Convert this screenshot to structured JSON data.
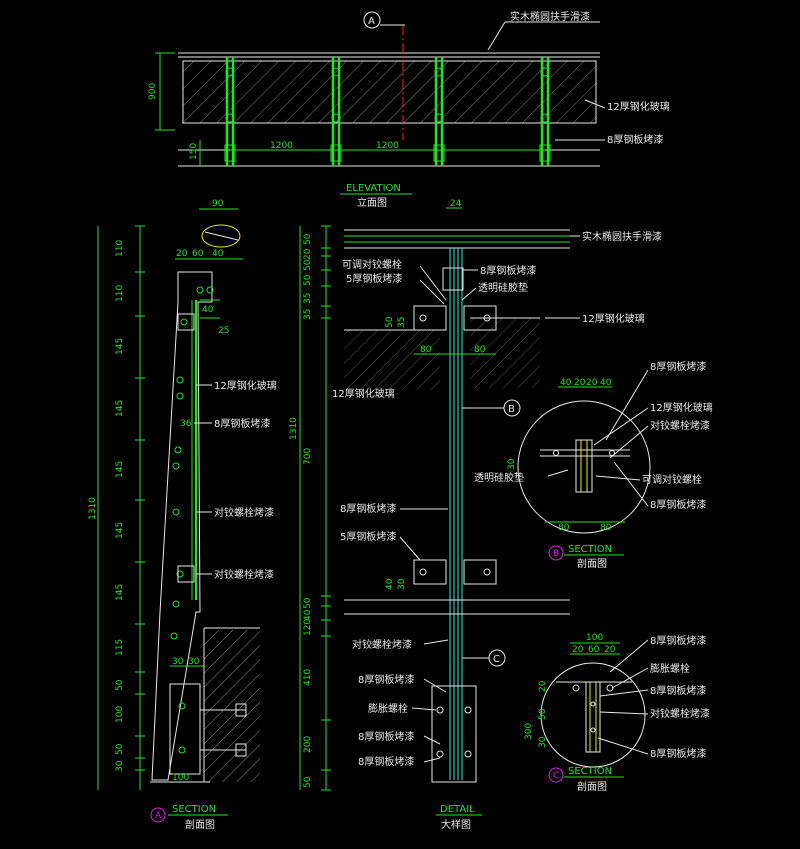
{
  "colors": {
    "background": "#000000",
    "green": "#1ee61e",
    "white": "#e8e8e8",
    "cyan": "#2ee8e0",
    "red": "#ff2020",
    "yellow": "#e8e820",
    "magenta": "#e020e0"
  },
  "elevation": {
    "title": "ELEVATION",
    "subtitle": "立面图",
    "labels": {
      "handrail": "实木椭圆扶手滑漆",
      "glass": "12厚钢化玻璃",
      "steel_plate": "8厚钢板烤漆"
    },
    "dims": {
      "height": "900",
      "base": "150",
      "span1": "1200",
      "span2": "1200"
    },
    "marker": "A"
  },
  "section_a": {
    "title": "SECTION",
    "subtitle": "剖面图",
    "marker": "A",
    "labels": {
      "glass": "12厚钢化玻璃",
      "steel_plate": "8厚钢板烤漆",
      "hinge_bolt1": "对铰螺栓烤漆",
      "hinge_bolt2": "对铰螺栓烤漆"
    },
    "dims_top": {
      "w90": "90",
      "d20": "20",
      "d60": "60",
      "d40": "40",
      "d40b": "40",
      "d25": "25",
      "d36": "36"
    },
    "dims_left": [
      "110",
      "110",
      "145",
      "145",
      "145",
      "145",
      "145",
      "115",
      "50",
      "100",
      "50",
      "30"
    ],
    "dims_total": "1310",
    "dims_bottom": {
      "d30a": "30",
      "d30b": "30",
      "d100": "100"
    }
  },
  "detail": {
    "title": "DETAIL",
    "subtitle": "大样图",
    "labels": {
      "handrail": "实木椭圆扶手滑漆",
      "steel_plate_top": "8厚钢板烤漆",
      "adjust_bolt": "可调对铰螺栓",
      "steel_5": "5厚钢板烤漆",
      "clear_glue": "透明硅胶垫",
      "glass_right": "12厚钢化玻璃",
      "glass_left": "12厚钢化玻璃",
      "steel_plate_mid": "8厚钢板烤漆",
      "steel_5_mid": "5厚钢板烤漆",
      "hinge_bolt": "对铰螺栓烤漆",
      "steel_plate_low": "8厚钢板烤漆",
      "expansion_bolt": "膨胀螺栓",
      "steel_plate_low2": "8厚钢板烤漆",
      "steel_plate_low3": "8厚钢板烤漆"
    },
    "dims": {
      "top": "24",
      "d80a": "80",
      "d80b": "80",
      "d35": "35",
      "d50": "50",
      "d30": "30",
      "d40": "40"
    },
    "dims_left": [
      "50",
      "20",
      "50",
      "50",
      "35",
      "35",
      "700",
      "50",
      "40",
      "120",
      "410",
      "200",
      "50"
    ],
    "dims_total": "1310",
    "markers": {
      "b": "B",
      "c": "C"
    }
  },
  "section_b": {
    "title": "SECTION",
    "subtitle": "剖面图",
    "marker": "B",
    "labels": {
      "steel_plate": "8厚钢板烤漆",
      "glass": "12厚钢化玻璃",
      "hinge_bolt": "对铰螺栓烤漆",
      "adjust_bolt": "可调对铰螺栓",
      "steel_plate2": "8厚钢板烤漆",
      "clear_glue": "透明硅胶垫"
    },
    "dims": {
      "d40a": "40",
      "d20a": "20",
      "d20b": "20",
      "d40b": "40",
      "d30": "30",
      "d80a": "80",
      "d80b": "80"
    }
  },
  "section_c": {
    "title": "SECTION",
    "subtitle": "剖面图",
    "marker": "C",
    "labels": {
      "steel_plate": "8厚钢板烤漆",
      "expansion_bolt": "膨胀螺栓",
      "steel_plate2": "8厚钢板烤漆",
      "hinge_bolt": "对铰螺栓烤漆",
      "steel_plate3": "8厚钢板烤漆"
    },
    "dims": {
      "d100": "100",
      "d20a": "20",
      "d60": "60",
      "d20b": "20",
      "d20c": "20",
      "d50": "50",
      "d30": "30",
      "d300": "300"
    }
  }
}
